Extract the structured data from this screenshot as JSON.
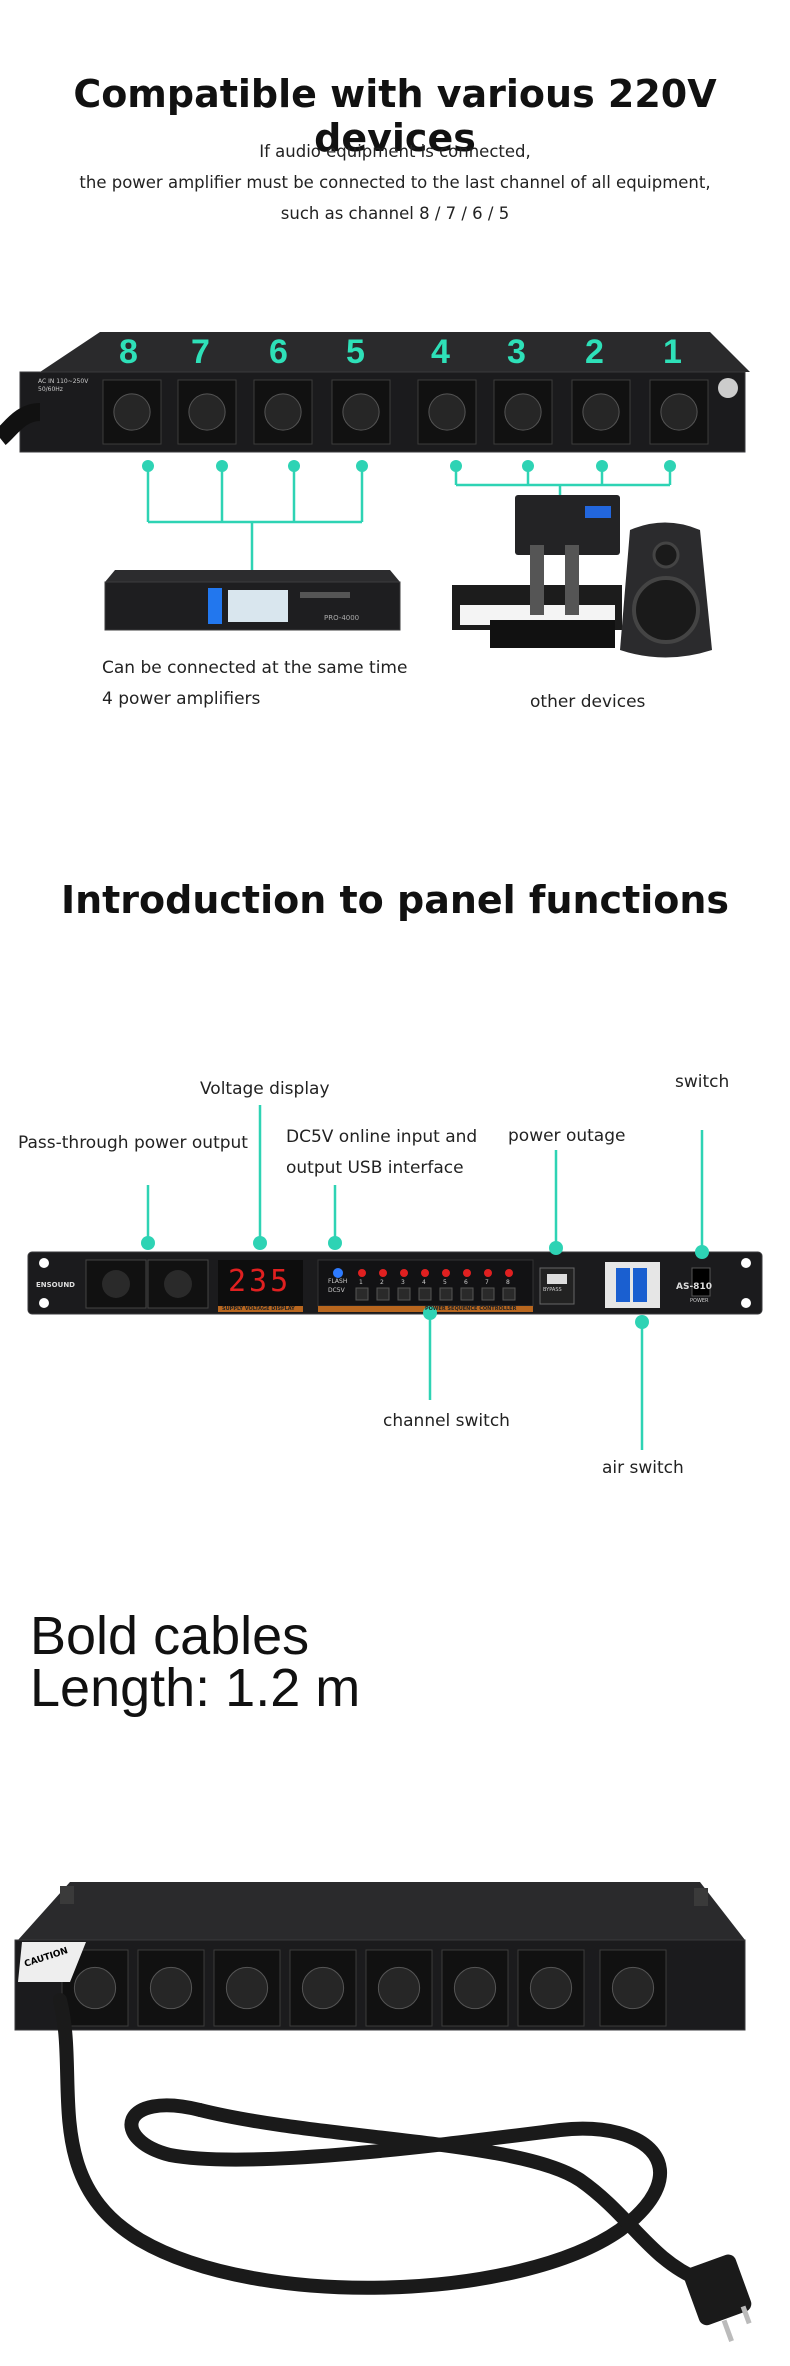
{
  "section1": {
    "title": "Compatible with various 220V devices",
    "desc": [
      "If audio equipment is connected,",
      "the power amplifier must be connected to the last channel of all equipment,",
      "such as channel 8 / 7 / 6 / 5"
    ],
    "channel_numbers": [
      "8",
      "7",
      "6",
      "5",
      "4",
      "3",
      "2",
      "1"
    ],
    "ac_label": "AC IN 110~250V\n50/60Hz",
    "amp_label": "PRO-4000",
    "left_caption": [
      "Can be connected at the same time",
      "4 power amplifiers"
    ],
    "right_caption": "other devices"
  },
  "section2": {
    "title": "Introduction to panel functions",
    "labels": {
      "voltage_display": "Voltage display",
      "switch": "switch",
      "pass_through": "Pass-through power output",
      "dc5v": [
        "DC5V online input and",
        "output USB interface"
      ],
      "power_outage": "power outage",
      "channel_switch": "channel switch",
      "air_switch": "air switch"
    },
    "panel": {
      "brand": "ENSOUND",
      "display_value": "235",
      "supply_label": "SUPPLY VOLTAGE DISPLAY",
      "sequence_label": "POWER SEQUENCE CONTROLLER",
      "flash_label": "FLASH",
      "dc5v_label": "DC5V",
      "bypass_label": "BYPASS",
      "model": "AS-810",
      "power_label": "POWER",
      "channels": [
        "1",
        "2",
        "3",
        "4",
        "5",
        "6",
        "7",
        "8"
      ]
    }
  },
  "section3": {
    "lines": [
      "Bold cables",
      "Length: 1.2 m"
    ],
    "caution": "CAUTION"
  },
  "colors": {
    "accent": "#2ed3b4",
    "device": "#1c1c1e",
    "led": "#e02020"
  }
}
